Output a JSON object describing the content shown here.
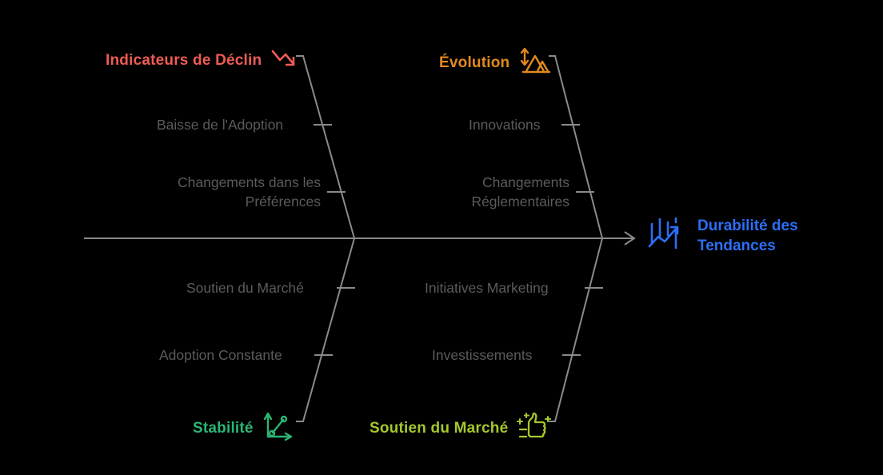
{
  "diagram": {
    "type": "fishbone",
    "background": "#000000",
    "spine_color": "#8a8a8a",
    "branch_text_color": "#5b5b5b",
    "head": {
      "label_line1": "Durabilité des",
      "label_line2": "Tendances",
      "color": "#2d6ef5",
      "icon": "bar-chart-growth-arrow-icon"
    },
    "categories": [
      {
        "id": "declin",
        "label": "Indicateurs de Déclin",
        "color": "#ef5b55",
        "icon": "declining-arrow-icon",
        "position": "top-left",
        "branches": [
          {
            "label": "Baisse de l'Adoption"
          },
          {
            "label_line1": "Changements dans les",
            "label_line2": "Préférences"
          }
        ]
      },
      {
        "id": "evolution",
        "label": "Évolution",
        "color": "#e2891f",
        "icon": "mountains-scale-icon",
        "position": "top-right",
        "branches": [
          {
            "label": "Innovations"
          },
          {
            "label_line1": "Changements",
            "label_line2": "Réglementaires"
          }
        ]
      },
      {
        "id": "stabilite",
        "label": "Stabilité",
        "color": "#2bb673",
        "icon": "line-chart-axes-icon",
        "position": "bottom-left",
        "branches": [
          {
            "label": "Soutien du Marché"
          },
          {
            "label": "Adoption Constante"
          }
        ]
      },
      {
        "id": "soutien",
        "label": "Soutien du Marché",
        "color": "#a5c72e",
        "icon": "thumbs-up-sparkle-icon",
        "position": "bottom-right",
        "branches": [
          {
            "label": "Initiatives Marketing"
          },
          {
            "label": "Investissements"
          }
        ]
      }
    ]
  }
}
